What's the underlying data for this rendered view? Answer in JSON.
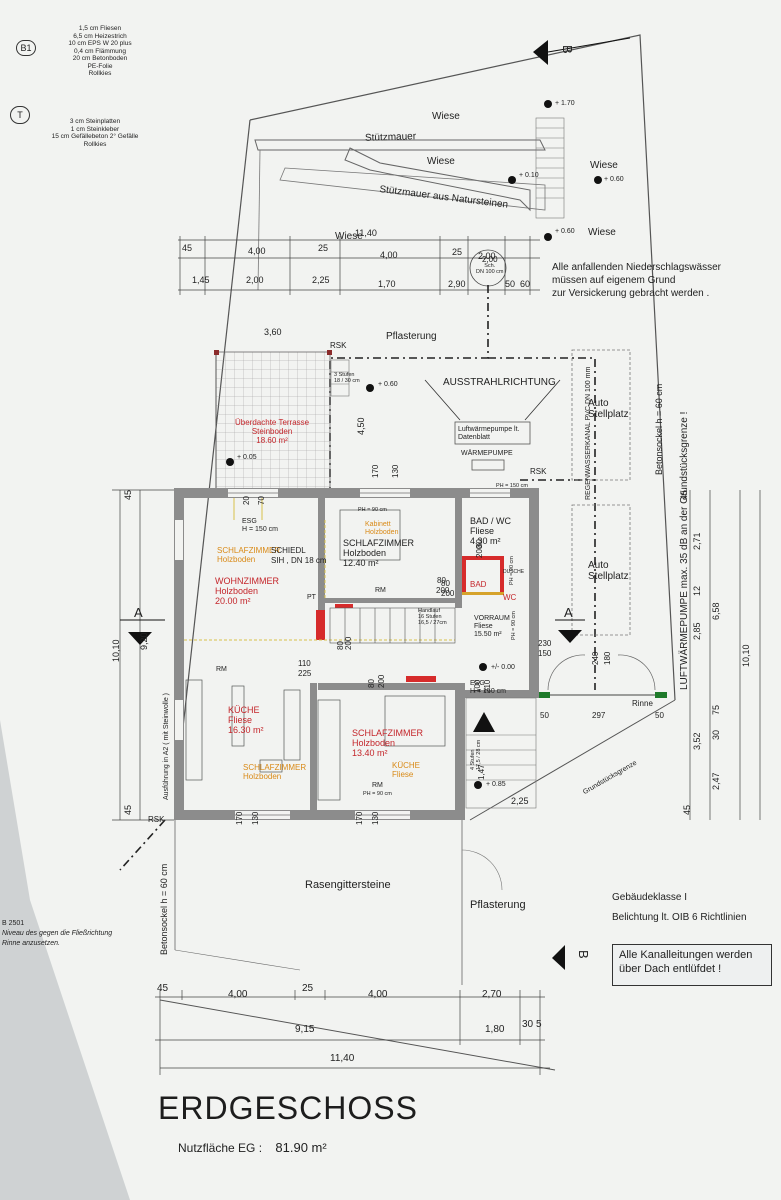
{
  "legend": {
    "b1_symbol": "B1",
    "b1_lines": [
      "1,5 cm Fliesen",
      "6,5 cm Heizestrich",
      "10 cm EPS  W 20 plus",
      "0,4 cm Flämmung",
      "20 cm Betonboden",
      "PE-Folie",
      "Rollkies"
    ],
    "t_symbol": "T",
    "t_lines": [
      "3 cm Steinplatten",
      "1 cm Steinkleber",
      "15 cm Gefällebeton  2° Gefälle",
      "Rollkies"
    ]
  },
  "outside": {
    "wiese_1": "Wiese",
    "stuetzmauer": "Stützmauer",
    "wiese_2": "Wiese",
    "wiese_3": "Wiese",
    "stuetzmauer_natur": "Stützmauer aus Natursteinen",
    "wiese_4": "Wiese",
    "wiese_5": "Wiese",
    "pflasterung_top": "Pflasterung",
    "ausstrahlrichtung": "AUSSTRAHLRICHTUNG",
    "luftwp_box": "Luftwärmepumpe lt. Datenblatt",
    "waermepumpe": "WÄRMEPUMPE",
    "auto_1": "Auto Stellplatz",
    "auto_2": "Auto Stellplatz",
    "rasengitter": "Rasengittersteine",
    "pflasterung_bottom": "Pflasterung",
    "rinne": "Rinne",
    "grundstuecksgrenze": "Grundstücksgrenze",
    "regenwasser": "REGENWASSERKANAL PVC DN 100 mm",
    "rsk_1": "RSK",
    "rsk_2": "RSK",
    "rsk_3": "RSK"
  },
  "levels": {
    "l1": "+ 1.70",
    "l2": "+ 0.10",
    "l3": "+ 0.60",
    "l4": "+ 0.60",
    "l5": "+ 0.60",
    "l6": "+ 0.05",
    "l7": "+/- 0.00",
    "l8": "+ 0.85"
  },
  "drainage_note": [
    "Alle anfallenden Niederschlagswässer",
    "müssen auf eigenem Grund",
    "zur Versickerung gebracht werden ."
  ],
  "side_notes": {
    "right_boundary": "LUFTWÄRMEPUMPE  max. 35 dB an der Grundstücksgrenze !",
    "betonsockel_right": "Betonsockel  h = 60 cm",
    "betonsockel_left": "Betonsockel  h = 60 cm",
    "ausfuehrung": "Ausführung in A2 ( mit Steinwolle )",
    "left_note_1": "B 2501",
    "left_note_2": "Niveau des gegen die Fließrichtung",
    "left_note_3": "Rinne anzusetzen."
  },
  "rooms": {
    "terrasse": [
      "Überdachte Terrasse",
      "Steinboden",
      "18.60 m²"
    ],
    "schlafzimmer_top": [
      "SCHLAFZIMMER",
      "Holzboden",
      "12.40 m²"
    ],
    "kabinett": [
      "Kabinett",
      "Holzboden"
    ],
    "bad": [
      "BAD / WC",
      "Fliese",
      "4.30 m²"
    ],
    "schlafzimmer_small": [
      "SCHLAFZIMMER",
      "Holzboden"
    ],
    "schiedl": [
      "SCHIEDL",
      "SIH , DN 18 cm"
    ],
    "wohnzimmer": [
      "WOHNZIMMER",
      "Holzboden",
      "20.00 m²"
    ],
    "vorraum": [
      "VORRAUM",
      "Fliese",
      "15.50 m²"
    ],
    "kueche": [
      "KÜCHE",
      "Fliese",
      "16.30 m²"
    ],
    "schlafzimmer_bottom": [
      "SCHLAFZIMMER",
      "Holzboden",
      "13.40 m²"
    ],
    "schlafzimmer_faded": [
      "SCHLAFZIMMER",
      "Holzboden"
    ],
    "kueche_faded": [
      "KÜCHE",
      "Fliese"
    ],
    "bad_small": "BAD",
    "wc_small": "WC",
    "dusche": "DUSCHE",
    "stiege": [
      "Handlauf",
      "16 Stufen",
      "16,5 / 27cm"
    ],
    "stufen_top": [
      "3 Stufen",
      "18 / 30 cm"
    ],
    "stufen_bottom": [
      "4 Stufen",
      "17,5 / 28 cm"
    ],
    "esg_top": [
      "ESG",
      "H = 150 cm"
    ],
    "esg_right": [
      "ESG",
      "H = 150 cm"
    ],
    "ph_labels": [
      "PH = 90 cm",
      "PH = 150 cm",
      "PH = 90 cm",
      "PH = 90 cm",
      "PH = 90 cm"
    ],
    "rm": [
      "RM",
      "RM",
      "RM"
    ],
    "pt": "PT"
  },
  "dims": {
    "top_row1": [
      "45",
      "4,00",
      "25",
      "4,00",
      "25",
      "2,00",
      "11,40"
    ],
    "top_row2": [
      "1,45",
      "2,00",
      "2,25",
      "1,70",
      "2,90",
      "50",
      "60"
    ],
    "dn_label": [
      "2,00",
      "Sch.",
      "DN 100 cm"
    ],
    "terrace_width": "3,60",
    "terrace_depth": "4,50",
    "openings": [
      "170",
      "130",
      "20",
      "70",
      "80",
      "200",
      "80",
      "200",
      "80",
      "200",
      "110",
      "225",
      "80",
      "200",
      "80",
      "200",
      "100",
      "210",
      "230",
      "150",
      "240",
      "180",
      "1,47"
    ],
    "right_chain": [
      "45",
      "2,71",
      "12",
      "2,85",
      "3,52",
      "30",
      "75",
      "2,47",
      "45"
    ],
    "right_totals": [
      "6,58",
      "10,10"
    ],
    "left_chain": [
      "45",
      "9,20",
      "45"
    ],
    "left_total": "10,10",
    "bottom_parking": [
      "50",
      "297",
      "50"
    ],
    "bottom_2_25": "2,25",
    "south_openings": [
      "170",
      "130",
      "170",
      "130"
    ],
    "bottom_row1": [
      "45",
      "4,00",
      "25",
      "4,00",
      "2,70"
    ],
    "bottom_row2": [
      "9,15",
      "1,80",
      "30",
      "5"
    ],
    "bottom_total": "11,40"
  },
  "section_markers": {
    "a_left": "A",
    "a_right": "A",
    "b_top": "B",
    "b_bottom": "B"
  },
  "notes": {
    "gebaeudeklasse": "Gebäudeklasse I",
    "belichtung": "Belichtung lt. OIB 6 Richtlinien",
    "kanal": [
      "Alle Kanalleitungen werden",
      "über Dach entlüfdet !"
    ]
  },
  "title": "ERDGESCHOSS",
  "nutzflaeche_label": "Nutzfläche EG :",
  "nutzflaeche_value": "81.90 m²"
}
